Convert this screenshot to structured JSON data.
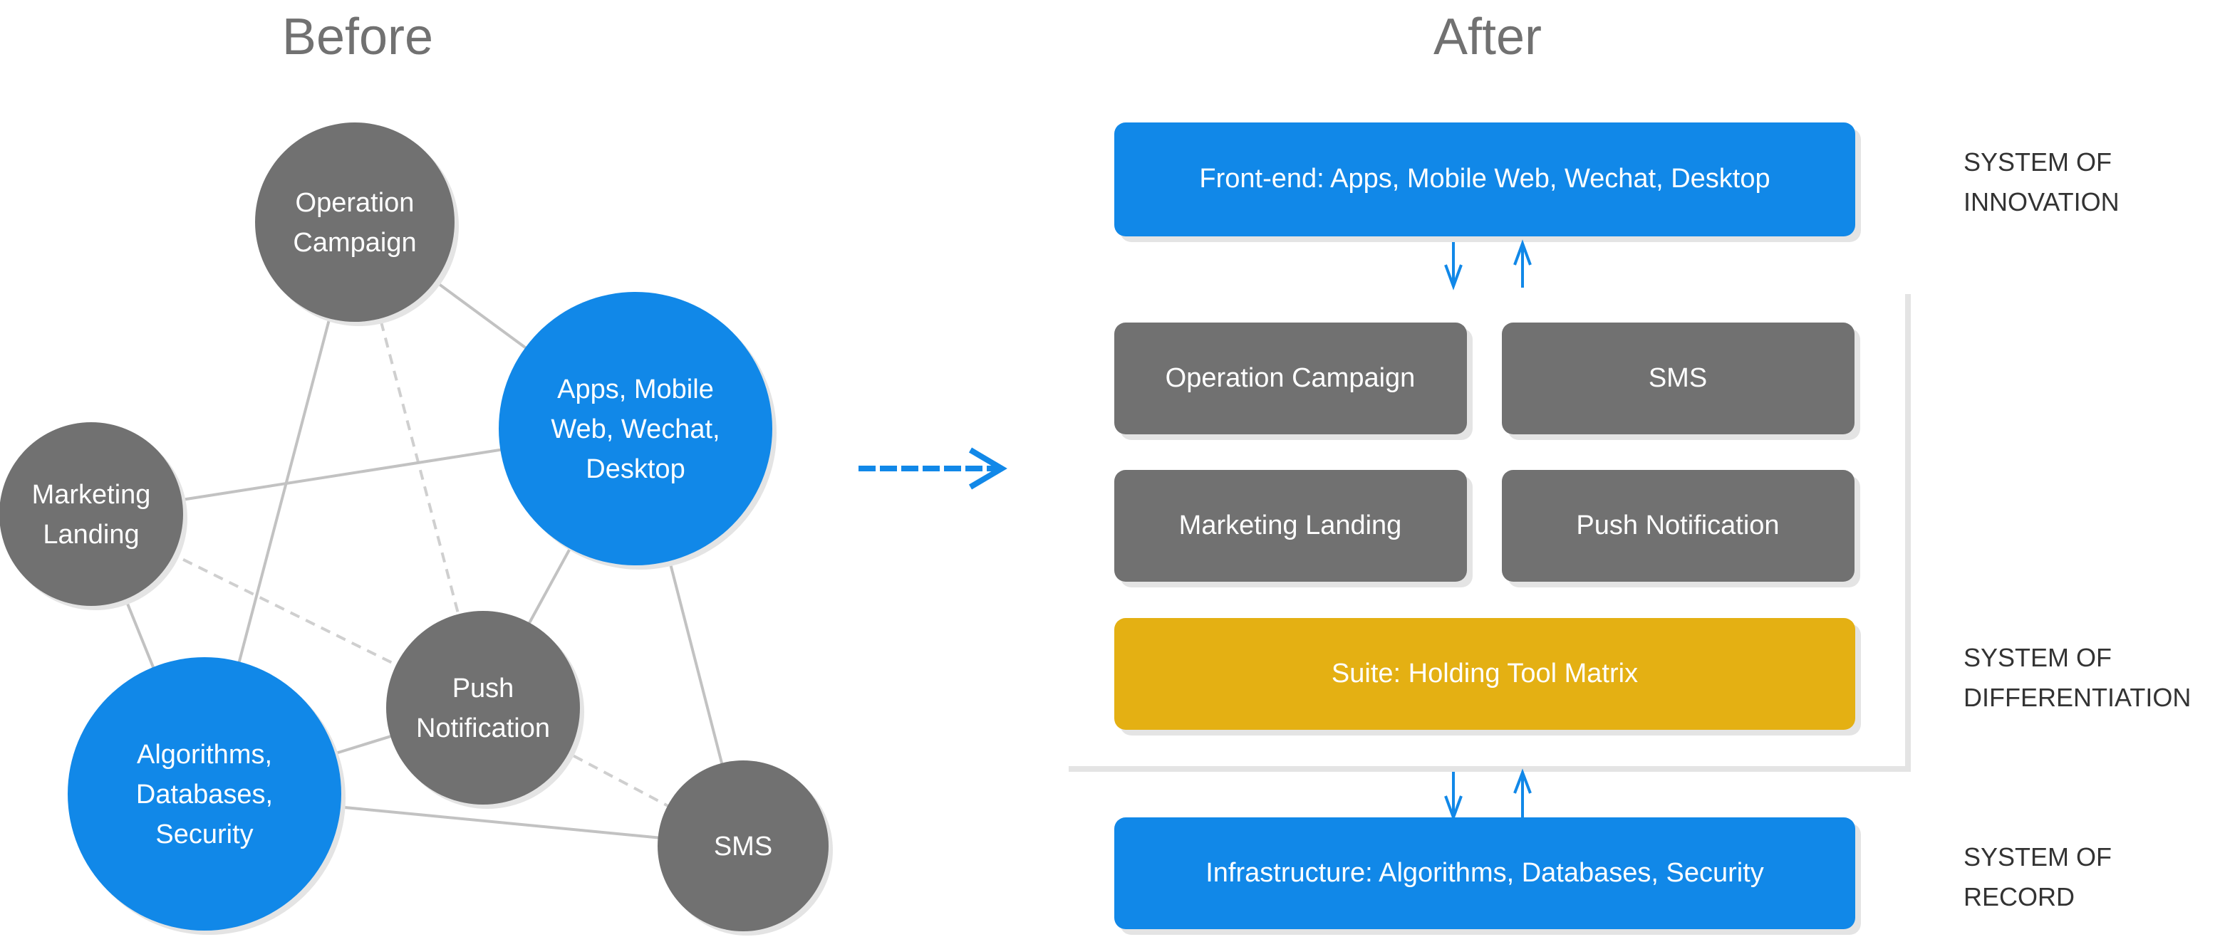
{
  "colors": {
    "blue": "#1188e8",
    "gray": "#717171",
    "gold": "#e4b013",
    "shadow": "#e4e4e4",
    "edge": "#c2c2c2",
    "title": "#717171",
    "label": "#333333"
  },
  "before": {
    "title": "Before",
    "nodes": [
      {
        "id": "operation-campaign",
        "lines": [
          "Operation",
          "Campaign"
        ],
        "color": "gray"
      },
      {
        "id": "apps",
        "lines": [
          "Apps, Mobile",
          "Web, Wechat,",
          "Desktop"
        ],
        "color": "blue"
      },
      {
        "id": "marketing-landing",
        "lines": [
          "Marketing",
          "Landing"
        ],
        "color": "gray"
      },
      {
        "id": "push-notification",
        "lines": [
          "Push",
          "Notification"
        ],
        "color": "gray"
      },
      {
        "id": "algorithms",
        "lines": [
          "Algorithms,",
          "Databases,",
          "Security"
        ],
        "color": "blue"
      },
      {
        "id": "sms",
        "lines": [
          "SMS"
        ],
        "color": "gray"
      }
    ],
    "edges": [
      {
        "from": "operation-campaign",
        "to": "apps",
        "style": "solid"
      },
      {
        "from": "operation-campaign",
        "to": "algorithms",
        "style": "solid"
      },
      {
        "from": "operation-campaign",
        "to": "push-notification",
        "style": "dashed"
      },
      {
        "from": "marketing-landing",
        "to": "apps",
        "style": "solid"
      },
      {
        "from": "marketing-landing",
        "to": "algorithms",
        "style": "solid"
      },
      {
        "from": "marketing-landing",
        "to": "push-notification",
        "style": "dashed"
      },
      {
        "from": "apps",
        "to": "push-notification",
        "style": "solid"
      },
      {
        "from": "apps",
        "to": "sms",
        "style": "solid"
      },
      {
        "from": "push-notification",
        "to": "algorithms",
        "style": "solid"
      },
      {
        "from": "push-notification",
        "to": "sms",
        "style": "dashed"
      },
      {
        "from": "algorithms",
        "to": "sms",
        "style": "solid"
      }
    ]
  },
  "transition_arrow": {
    "icon": "dashed-right-arrow-icon",
    "style": "dashed"
  },
  "after": {
    "title": "After",
    "front_end": "Front-end: Apps, Mobile Web, Wechat, Desktop",
    "tools": [
      "Operation Campaign",
      "SMS",
      "Marketing Landing",
      "Push Notification"
    ],
    "suite": "Suite: Holding Tool Matrix",
    "infrastructure": "Infrastructure: Algorithms, Databases, Security",
    "arrows": [
      "down-arrow-icon",
      "up-arrow-icon"
    ],
    "layers": [
      {
        "line1": "SYSTEM OF",
        "line2": "INNOVATION"
      },
      {
        "line1": "SYSTEM OF",
        "line2": "DIFFERENTIATION"
      },
      {
        "line1": "SYSTEM OF",
        "line2": "RECORD"
      }
    ]
  }
}
